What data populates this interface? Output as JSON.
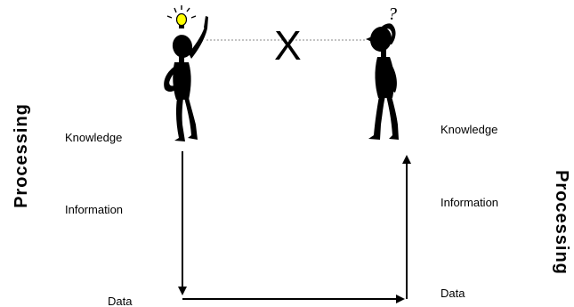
{
  "left_column": {
    "knowledge": "Knowledge",
    "information": "Information",
    "data": "Data",
    "processing": "Processing"
  },
  "right_column": {
    "knowledge": "Knowledge",
    "information": "Information",
    "data": "Data",
    "processing": "Processing"
  },
  "transfer_mark": "X",
  "colors": {
    "ink": "#000000",
    "bulb": "#ffff00",
    "dotted_line": "#888888",
    "background": "#ffffff"
  },
  "icons": {
    "left_figure": "stick-figure-with-idea-icon",
    "idea": "lightbulb-icon",
    "right_figure": "stick-figure-confused-icon",
    "confusion": "question-mark-icon"
  }
}
